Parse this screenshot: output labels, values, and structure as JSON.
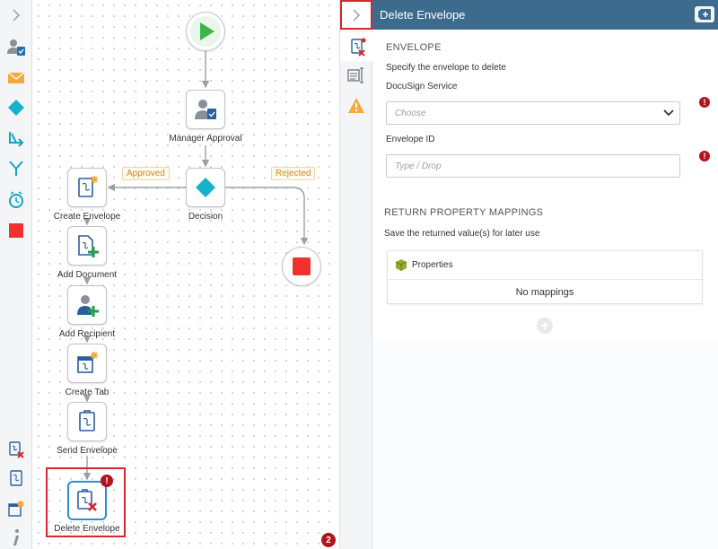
{
  "colors": {
    "header_bg": "#3d6b8e",
    "accent_blue": "#2a8fd6",
    "error_red": "#b3141c",
    "highlight_red": "#d9262e",
    "start_green": "#3cb54a",
    "stop_red": "#f0312d",
    "decision_teal": "#17b2c9",
    "tag_orange": "#c98a1b"
  },
  "toolbar": {
    "items": [
      {
        "icon": "expand-chevron-icon"
      },
      {
        "icon": "user-task-icon"
      },
      {
        "icon": "email-icon"
      },
      {
        "icon": "decision-icon"
      },
      {
        "icon": "merge-icon"
      },
      {
        "icon": "split-icon"
      },
      {
        "icon": "timer-icon"
      },
      {
        "icon": "stop-icon"
      },
      {
        "icon": "delete-envelope-icon"
      },
      {
        "icon": "envelope-document-icon"
      },
      {
        "icon": "create-tab-icon"
      },
      {
        "icon": "info-icon"
      }
    ]
  },
  "canvas": {
    "nodes": {
      "manager_approval": "Manager Approval",
      "decision": "Decision",
      "create_envelope": "Create Envelope",
      "add_document": "Add Document",
      "add_recipient": "Add Recipient",
      "create_tab": "Create Tab",
      "send_envelope": "Send Envelope",
      "delete_envelope": "Delete Envelope"
    },
    "tags": {
      "approved": "Approved",
      "rejected": "Rejected"
    },
    "node_error": "!",
    "error_count": "2"
  },
  "panel": {
    "title": "Delete Envelope",
    "tabs": [
      {
        "icon": "delete-envelope-tab-icon"
      },
      {
        "icon": "text-mapping-tab-icon"
      },
      {
        "icon": "warning-tab-icon"
      }
    ],
    "envelope_section": {
      "title": "ENVELOPE",
      "description": "Specify the envelope to delete",
      "service_label": "DocuSign Service",
      "service_placeholder": "Choose",
      "envelope_id_label": "Envelope ID",
      "envelope_id_placeholder": "Type / Drop",
      "field_error": "!"
    },
    "return_section": {
      "title": "RETURN PROPERTY MAPPINGS",
      "description": "Save the returned value(s) for later use",
      "properties_label": "Properties",
      "empty_text": "No mappings"
    }
  }
}
